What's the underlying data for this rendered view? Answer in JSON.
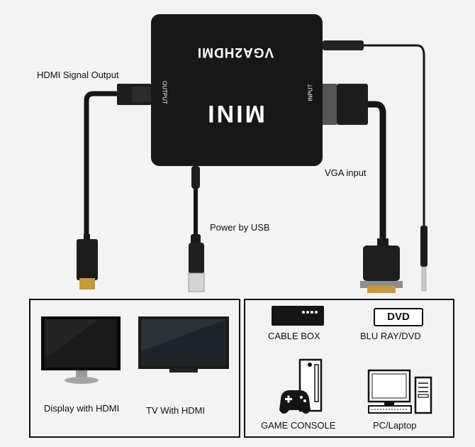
{
  "converter": {
    "top_label": "VGA2HDMI",
    "main_label": "MINI",
    "output_port_label": "OUTPUT",
    "input_port_label": "INPUT"
  },
  "callouts": {
    "hdmi_output": "HDMI Signal Output",
    "vga_input": "VGA input",
    "power": "Power by USB"
  },
  "output_devices": {
    "display": "Display with HDMI",
    "tv": "TV With HDMI"
  },
  "input_devices": {
    "cable_box": "CABLE BOX",
    "dvd_badge": "DVD",
    "bluray": "BLU RAY/DVD",
    "console": "GAME CONSOLE",
    "pc": "PC/Laptop"
  }
}
